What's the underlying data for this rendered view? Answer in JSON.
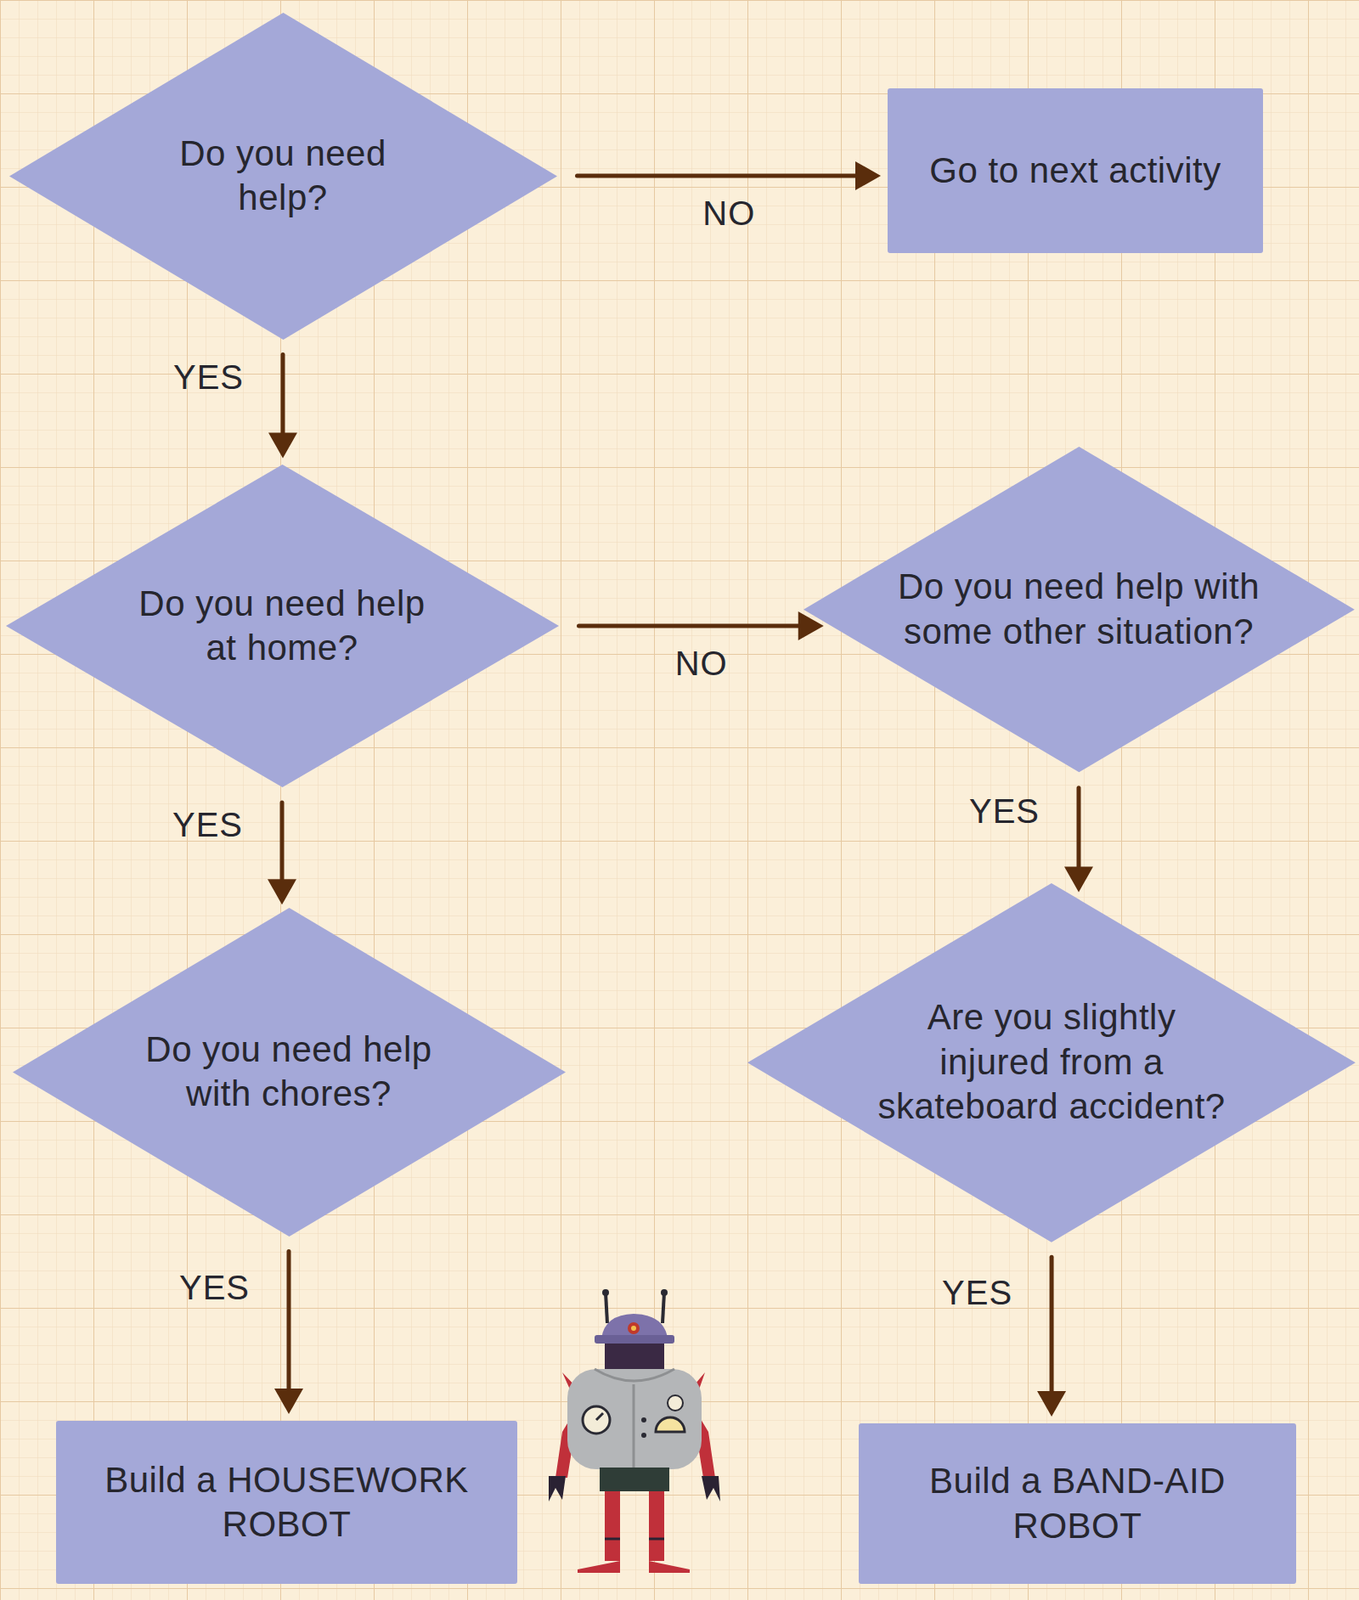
{
  "diagram": {
    "nodes": [
      {
        "text": [
          "Do you need help?"
        ]
      },
      {
        "text": [
          "Go to next activity"
        ]
      },
      {
        "text": [
          "Do you need help at home?"
        ]
      },
      {
        "text": [
          "Do you need help with some other situation?"
        ]
      },
      {
        "text": [
          "Do you need help with chores?"
        ]
      },
      {
        "text": [
          "Are you slightly injured from a skateboard accident?"
        ]
      },
      {
        "text": [
          "Build a HOUSEWORK ROBOT"
        ]
      },
      {
        "text": [
          "Build a BAND-AID ROBOT"
        ]
      }
    ],
    "edges": [
      {
        "from": 0,
        "to": 1,
        "label": "NO",
        "arrow": "to"
      },
      {
        "from": 0,
        "to": 2,
        "label": "YES",
        "arrow": "to"
      },
      {
        "from": 2,
        "to": 3,
        "label": "NO",
        "arrow": "to"
      },
      {
        "from": 2,
        "to": 4,
        "label": "YES",
        "arrow": "to"
      },
      {
        "from": 3,
        "to": 5,
        "label": "YES",
        "arrow": "to"
      },
      {
        "from": 4,
        "to": 6,
        "label": "YES",
        "arrow": "to"
      },
      {
        "from": 5,
        "to": 7,
        "label": "YES",
        "arrow": "to"
      }
    ]
  }
}
